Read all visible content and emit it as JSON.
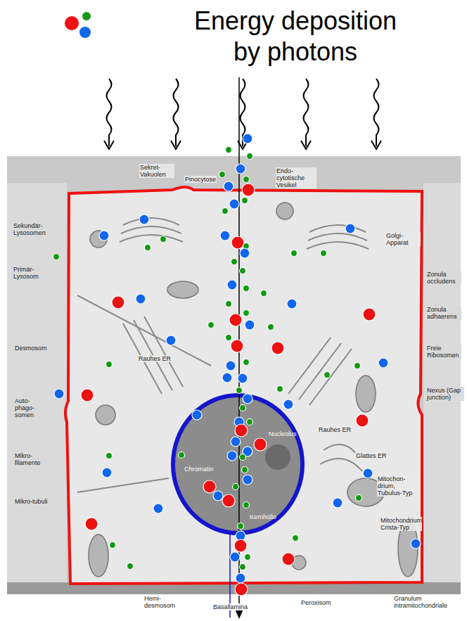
{
  "diagram": {
    "title": "Energy deposition by photons",
    "labels": [
      "Sekret-Vakuolen",
      "Pinocytose",
      "Endo-cytotische Vesikel",
      "Sekundär-Lysosomen",
      "Primär-Lysosom",
      "Golgi-Apparat",
      "Zonula occludens",
      "Zonula adhaerens",
      "Desmosom",
      "Rauhes ER",
      "Freie Ribosomen",
      "Nexus (Gap junction)",
      "Auto-phago-somen",
      "Rauhes ER",
      "Glattes ER",
      "Mitochon-drium, Tubulus-Typ",
      "Mikro-filamente",
      "Mikro-tubuli",
      "Mitochondrium, Crista-Typ",
      "Chromatin",
      "Nucleolus",
      "Kernhülle",
      "Hemi-desmosom",
      "Basallamina",
      "Peroxisom",
      "Granulum intramitochondriale"
    ]
  }
}
